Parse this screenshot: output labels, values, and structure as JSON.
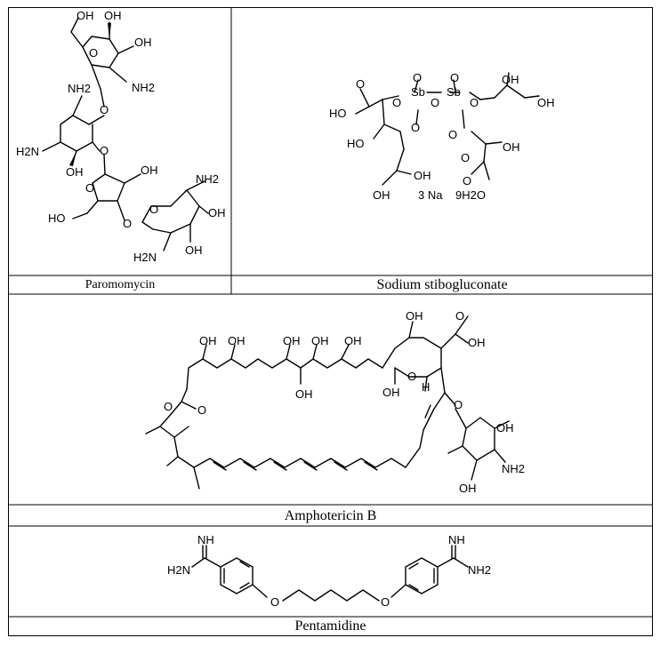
{
  "table": {
    "row1": {
      "left_caption": "Paromomycin",
      "right_caption": "Sodium stibogluconate"
    },
    "row2": {
      "caption": "Amphotericin B"
    },
    "row3": {
      "caption": "Pentamidine"
    }
  },
  "structures": {
    "paromomycin": {
      "labels": [
        "OH",
        "OH",
        "OH",
        "O",
        "NH2",
        "NH2",
        "O",
        "H2N",
        "OH",
        "O",
        "O",
        "OH",
        "NH2",
        "HO",
        "O",
        "O",
        "OH",
        "H2N",
        "OH"
      ]
    },
    "stibogluconate": {
      "labels": [
        "O",
        "HO",
        "O",
        "O",
        "Sb",
        "O",
        "O",
        "Sb",
        "O",
        "OH",
        "OH",
        "O",
        "HO",
        "O",
        "O",
        "OH",
        "OH",
        "O",
        "OH",
        "3 Na",
        "9H2O"
      ]
    },
    "amphotericin": {
      "labels": [
        "OH",
        "OH",
        "OH",
        "OH",
        "OH",
        "O",
        "OH",
        "O",
        "O",
        "OH",
        "OH",
        "H",
        "O",
        "OH",
        "NH2",
        "OH"
      ]
    },
    "pentamidine": {
      "labels": [
        "NH",
        "H2N",
        "O",
        "O",
        "NH",
        "NH2"
      ]
    }
  }
}
